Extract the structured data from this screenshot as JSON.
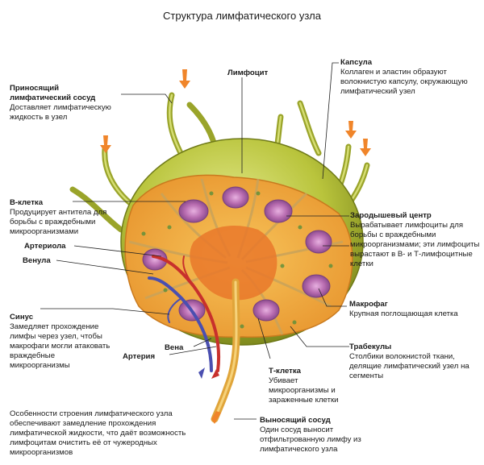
{
  "title": "Структура лимфатического узла",
  "labels": {
    "afferent": {
      "name": "Приносящий лимфатический сосуд",
      "desc": "Доставляет лимфатическую жидкость в узел"
    },
    "lymphocyte": {
      "name": "Лимфоцит"
    },
    "capsule": {
      "name": "Капсула",
      "desc": "Коллаген и эластин образуют волокнистую капсулу, окружающую лимфатический узел"
    },
    "bcell": {
      "name": "В-клетка",
      "desc": "Продуцирует антитела для борьбы с враждебными микроорганизмами"
    },
    "germinal": {
      "name": "Зародышевый центр",
      "desc": "Вырабатывает лимфоциты для борьбы с враждебными микроорганизмами; эти лимфоциты вырастают в В- и Т-лимфоцитные клетки"
    },
    "arteriole": {
      "name": "Артериола"
    },
    "venule": {
      "name": "Венула"
    },
    "sinus": {
      "name": "Синус",
      "desc": "Замедляет прохождение лимфы через узел, чтобы макрофаги могли атаковать враждебные микроорганизмы"
    },
    "macrophage": {
      "name": "Макрофаг",
      "desc": "Крупная поглощающая клетка"
    },
    "trabeculae": {
      "name": "Трабекулы",
      "desc": "Столбики волокнистой ткани, делящие лимфатический узел на сегменты"
    },
    "vein": {
      "name": "Вена"
    },
    "artery": {
      "name": "Артерия"
    },
    "tcell": {
      "name": "Т-клетка",
      "desc": "Убивает микроорганизмы и зараженные клетки"
    },
    "efferent": {
      "name": "Выносящий сосуд",
      "desc": "Один сосуд выносит отфильтрованную лимфу из лимфатического узла"
    }
  },
  "note": "Особенности строения лимфатического узла обеспечивают замедление прохождения лимфатической жидкости, что даёт возможность лимфоцитам очистить её от чужеродных микроорганизмов",
  "colors": {
    "capsule": "#b9c43c",
    "capsule_dark": "#7f8a1e",
    "cortex": "#f2a93b",
    "medulla": "#e9782a",
    "germinal": "#c07ab8",
    "artery": "#c8302c",
    "vein": "#4a4fb0",
    "arrow": "#f0852a"
  }
}
